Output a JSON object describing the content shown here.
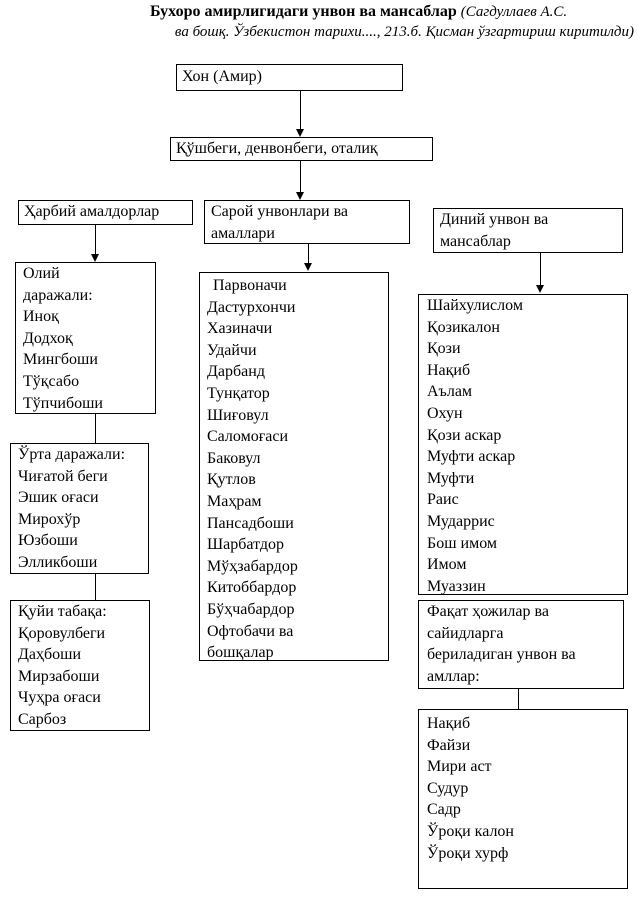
{
  "title": {
    "main": "Бухоро амирлигидаги унвон ва мансаблар",
    "source_line1": "(Сагдуллаев А.С.",
    "source_line2": "ва бошқ. Ўзбекистон тарихи...., 213.б. Қисман ўзгартириш киритилди)"
  },
  "khan": "Хон (Амир)",
  "kushbegi": "Қўшбеги, денвонбеги, оталиқ",
  "military": {
    "header": "Ҳарбий амалдорлар",
    "high": [
      "Олий",
      "даражали:",
      "Иноқ",
      "Додхоқ",
      "Мингбоши",
      "Тўқсабо",
      "Тўпчибоши"
    ],
    "middle": [
      "Ўрта даражали:",
      "Чиғатой беги",
      "Эшик оғаси",
      "Мирохўр",
      "Юзбоши",
      "Элликбоши"
    ],
    "low": [
      "Қуйи табақа:",
      "Қоровулбеги",
      "Даҳбоши",
      "Мирзабоши",
      "Чуҳра оғаси",
      "Сарбоз"
    ]
  },
  "court": {
    "header_words": [
      "Сарой",
      "унвонлари",
      "ва"
    ],
    "header_line2": "амаллари",
    "items": [
      "Парвоначи",
      "Дастурхончи",
      "Хазиначи",
      "Удайчи",
      "Дарбанд",
      "Тунқатор",
      "Шиғовул",
      "Саломоғаси",
      "Баковул",
      "Қутлов",
      "Маҳрам",
      "Пансадбоши",
      "Шарбатдор",
      "Мўҳзабардор",
      "Китоббардор",
      "Бўҳчабардор",
      "Офтобачи ва",
      "бошқалар"
    ]
  },
  "religious": {
    "header_words": [
      "Диний",
      "унвон",
      "ва"
    ],
    "header_line2": "мансаблар",
    "items": [
      "Шайхулислом",
      "Қозикалон",
      "Қози",
      "Нақиб",
      "Аълам",
      "Охун",
      "Қози аскар",
      "Муфти аскар",
      "Муфти",
      "Раис",
      "Мударрис",
      "Бош имом",
      "Имом",
      "Муаззин"
    ]
  },
  "hajji": {
    "header": [
      "Фақат ҳожилар ва",
      "сайидларга",
      "бериладиган унвон ва",
      "амллар:"
    ],
    "items": [
      "Нақиб",
      "Файзи",
      "Мири аст",
      "Судур",
      "Садр",
      "Ўроқи калон",
      "Ўроқи хурф"
    ]
  }
}
